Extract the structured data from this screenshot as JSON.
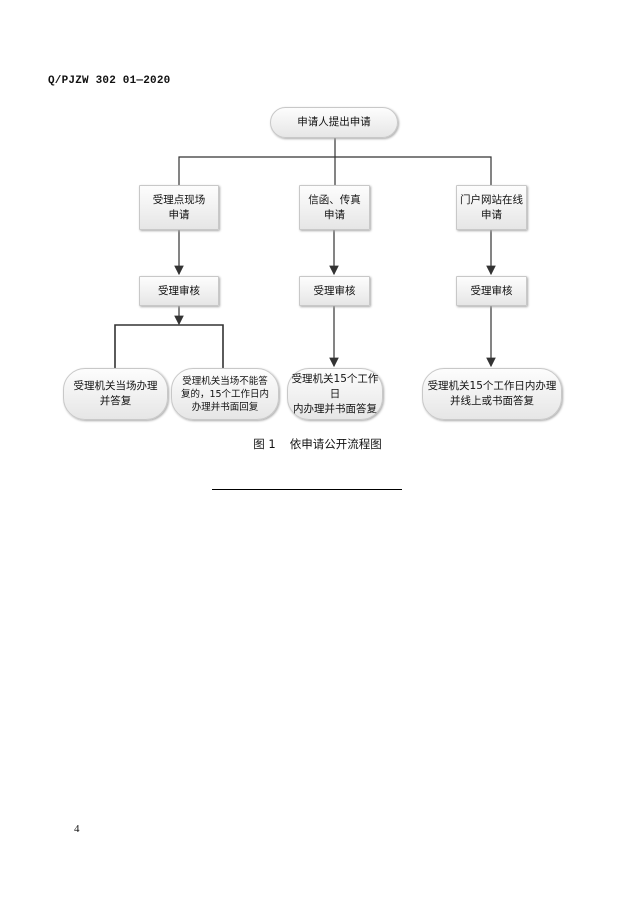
{
  "header": {
    "doc_code": "Q/PJZW 302 01—2020"
  },
  "flowchart": {
    "start": "申请人提出申请",
    "channels": [
      {
        "label": "受理点现场\n申请",
        "review": "受理审核"
      },
      {
        "label": "信函、传真\n申请",
        "review": "受理审核"
      },
      {
        "label": "门户网站在线\n申请",
        "review": "受理审核"
      }
    ],
    "outcomes": [
      "受理机关当场办理\n并答复",
      "受理机关当场不能答复的，15个工作日内办理并书面回复",
      "受理机关15个工作日\n内办理并书面答复",
      "受理机关15个工作日内办理\n并线上或书面答复"
    ]
  },
  "caption": {
    "number": "图 1",
    "title": "依申请公开流程图"
  },
  "footer": {
    "page_number": "4"
  }
}
